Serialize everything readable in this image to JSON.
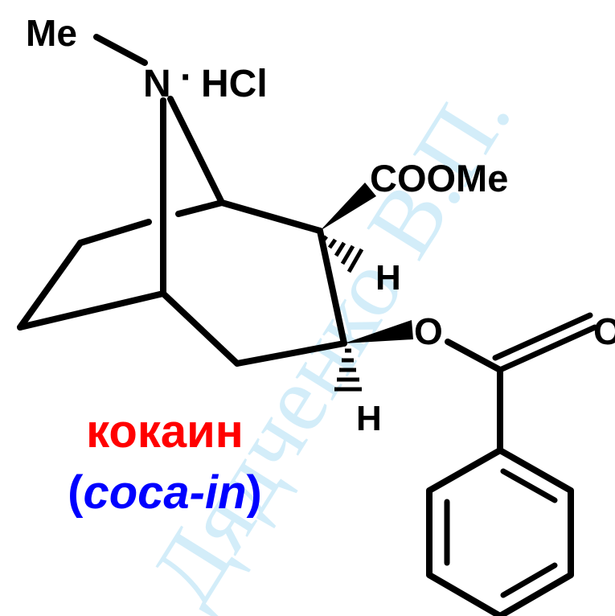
{
  "watermark": "Дядченко В.П.",
  "labels": {
    "methyl_n": "Me",
    "nitrogen": "N",
    "salt_dot": "·",
    "hcl": "HCl",
    "ester": "COOMe",
    "h_upper": "H",
    "h_lower": "H",
    "oxygen_ester": "O",
    "oxygen_carbonyl": "O"
  },
  "caption": {
    "name_ru": "кокаин",
    "paren_open": "(",
    "name_en": "coca-in",
    "paren_close": ")"
  },
  "colors": {
    "bonds": "#000000",
    "name_ru": "#ff0000",
    "name_en": "#0000ff",
    "watermark": "#9fd8f2"
  }
}
